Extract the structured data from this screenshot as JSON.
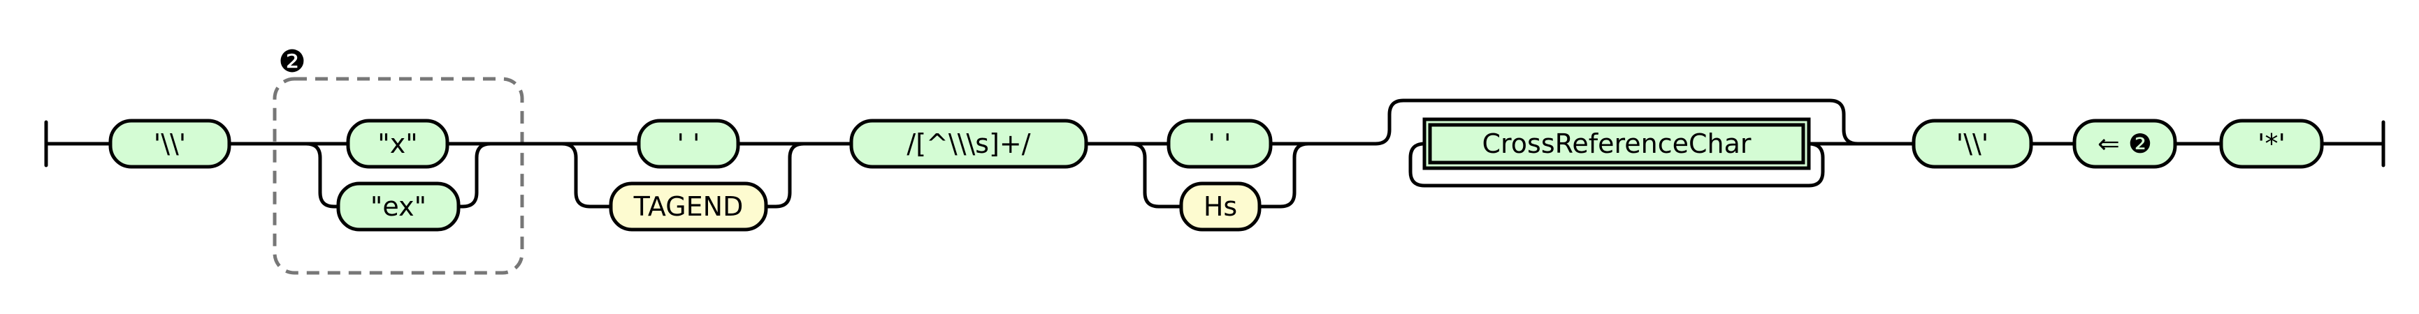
{
  "diagram": {
    "group_marker": "❷",
    "nodes": {
      "backslash_1": "'\\\\'",
      "x": "\"x\"",
      "ex": "\"ex\"",
      "space_1": "' '",
      "tagend": "TAGEND",
      "regex": "/[^\\\\\\s]+/",
      "space_2": "' '",
      "hs": "Hs",
      "crossref": "CrossReferenceChar",
      "backslash_2": "'\\\\'",
      "backref": "⇐ ❷",
      "star": "'*'"
    }
  }
}
